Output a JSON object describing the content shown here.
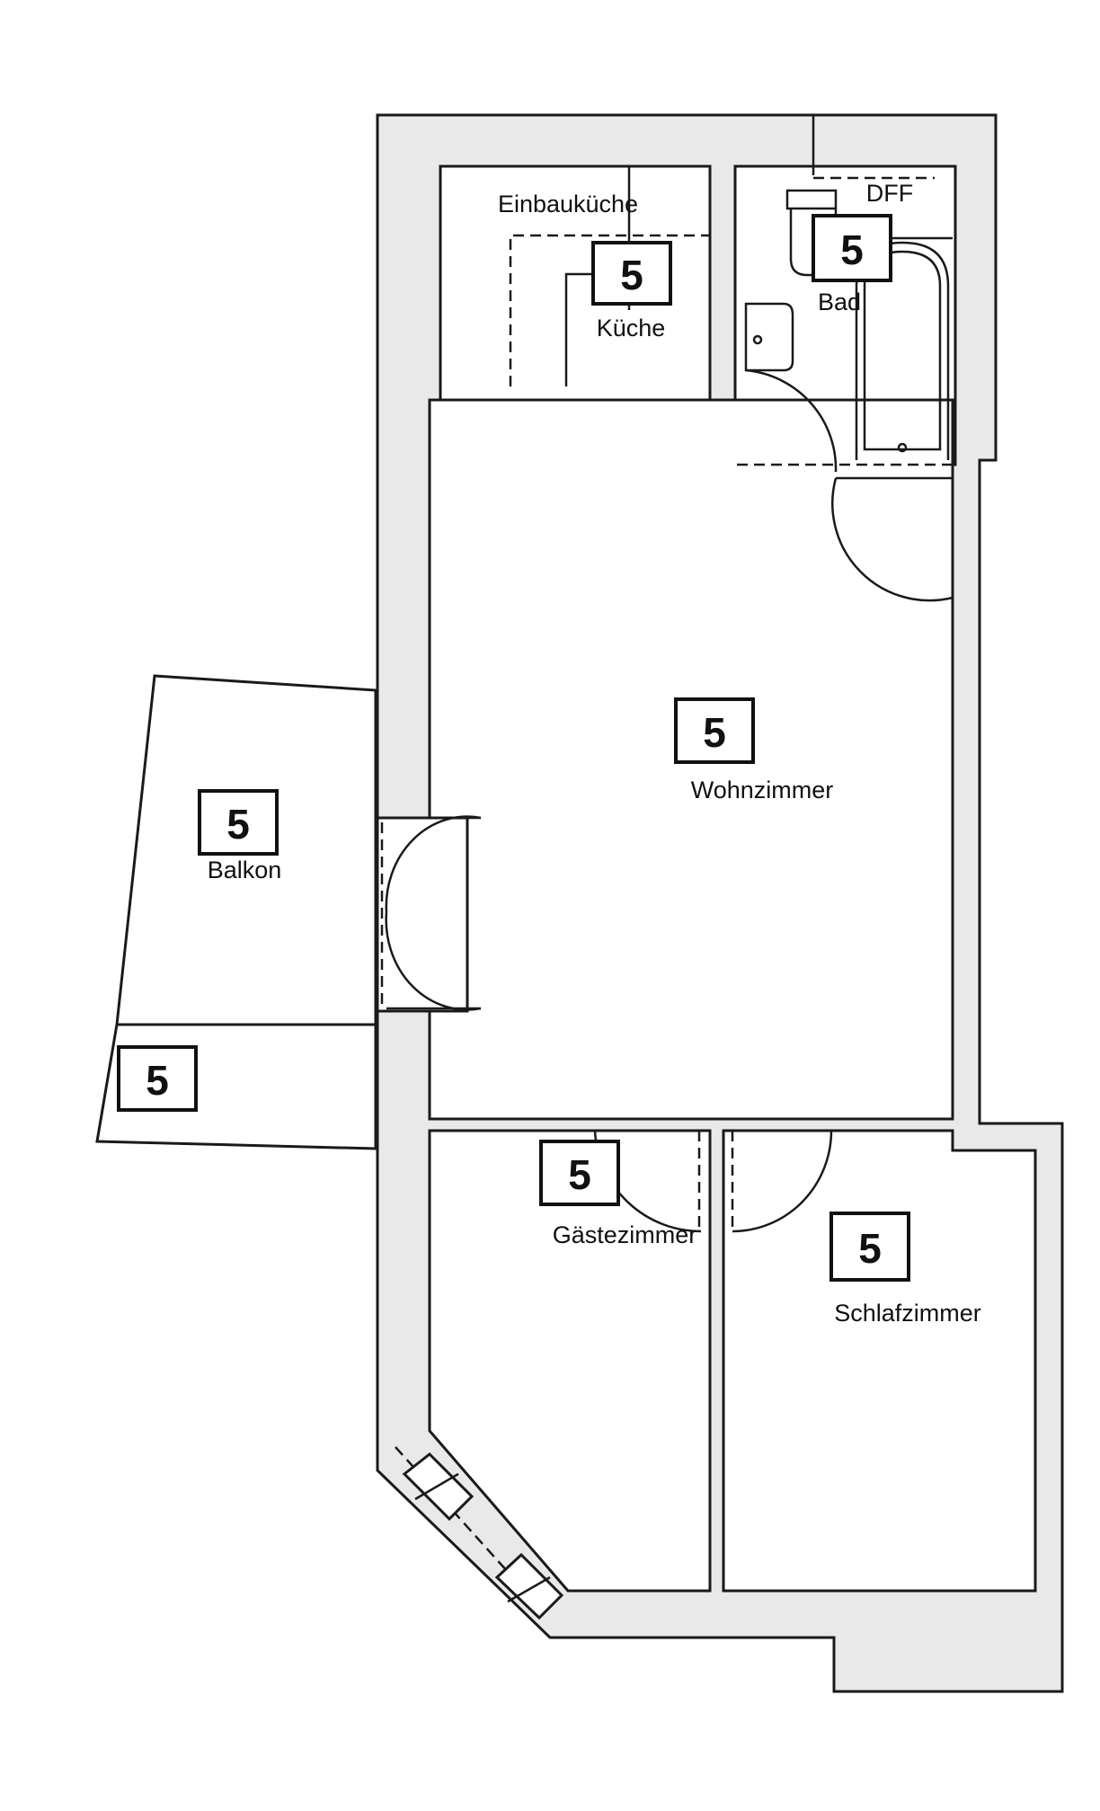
{
  "rooms": {
    "einbaukueche": {
      "label": "Einbauküche"
    },
    "kueche": {
      "label": "Küche",
      "badge": "5"
    },
    "dff": {
      "label": "DFF"
    },
    "bad": {
      "label": "Bad",
      "badge": "5"
    },
    "wohnzimmer": {
      "label": "Wohnzimmer",
      "badge": "5"
    },
    "balkon": {
      "label": "Balkon",
      "badge": "5"
    },
    "balkon_lower": {
      "badge": "5"
    },
    "gaestezimmer": {
      "label": "Gästezimmer",
      "badge": "5"
    },
    "schlafzimmer": {
      "label": "Schlafzimmer",
      "badge": "5"
    }
  }
}
